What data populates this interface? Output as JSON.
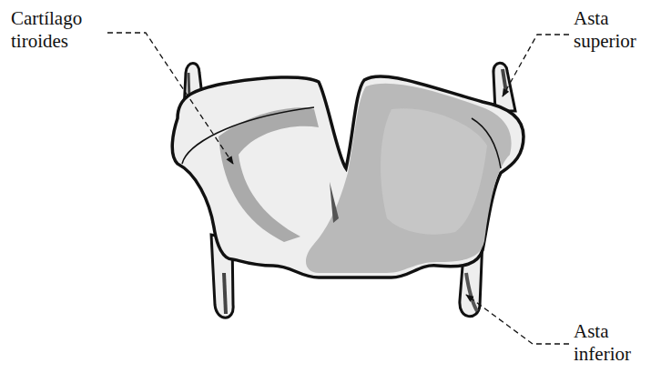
{
  "diagram": {
    "labels": [
      "Cartílago tiroides",
      "Asta superior",
      "Asta inferior"
    ]
  }
}
